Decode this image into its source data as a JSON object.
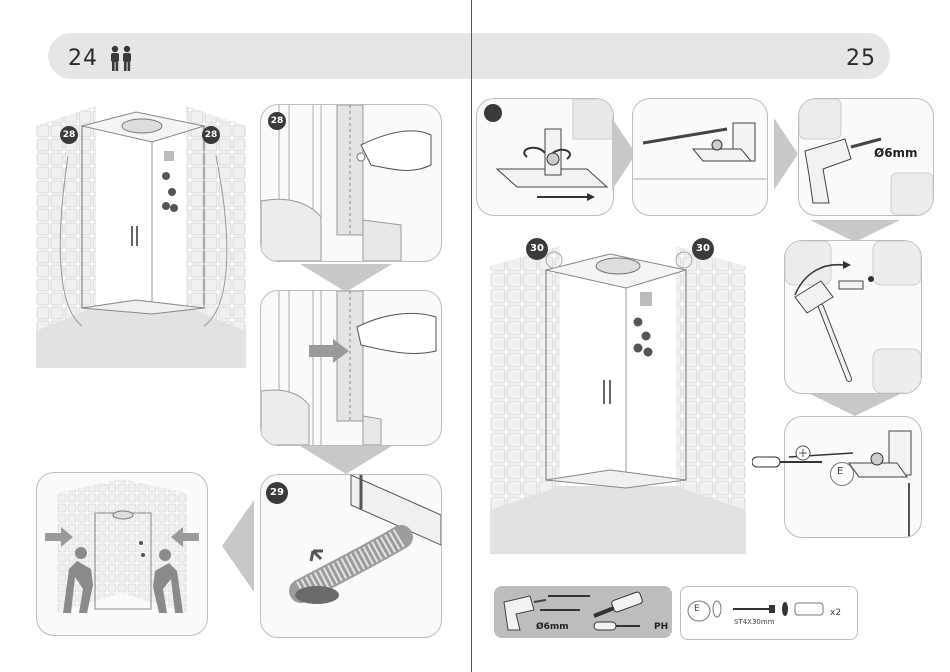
{
  "left_page": {
    "page_number": "24",
    "steps": {
      "s28a": "28",
      "s28b": "28",
      "s28c": "28",
      "s29": "29"
    }
  },
  "right_page": {
    "page_number": "25",
    "steps": {
      "s30a": "30",
      "s30b": "30"
    },
    "drill_size": "Ø6mm",
    "screw_label": "E",
    "tools_box": {
      "drill_label": "Ø6mm",
      "screwdriver_label": "PH"
    },
    "parts_box": {
      "part_label": "E",
      "screw_label": "ST4X30mm",
      "qty": "x2"
    }
  },
  "colors": {
    "header_band": "#e6e6e6",
    "panel_border": "#bdbdbd",
    "arrow_grey": "#c8c8c8",
    "tools_bg": "#bdbdbd"
  }
}
